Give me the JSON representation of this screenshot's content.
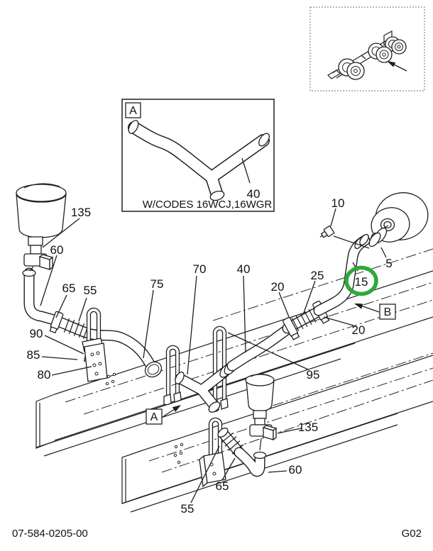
{
  "footer": {
    "doc_number": "07-584-0205-00",
    "page_code": "G02"
  },
  "detail_box": {
    "ref_label": "A",
    "callout": "40",
    "caption": "W/CODES 16WCJ,16WGR"
  },
  "ref_markers": {
    "a": "A",
    "b": "B"
  },
  "highlight": {
    "label": "15",
    "color": "#2EA83C"
  },
  "callouts": [
    {
      "id": "clamp-left",
      "text": "135"
    },
    {
      "id": "elbow-pipe-left",
      "text": "60"
    },
    {
      "id": "hose-clamp-left",
      "text": "65"
    },
    {
      "id": "ubolt-left",
      "text": "55"
    },
    {
      "id": "bracket-clip",
      "text": "90"
    },
    {
      "id": "bracket-spacer",
      "text": "85"
    },
    {
      "id": "bracket-plate",
      "text": "80"
    },
    {
      "id": "tube-left",
      "text": "75"
    },
    {
      "id": "y-connector",
      "text": "70"
    },
    {
      "id": "tube-center",
      "text": "40"
    },
    {
      "id": "hose-clamp-front",
      "text": "20"
    },
    {
      "id": "hose-right",
      "text": "25"
    },
    {
      "id": "bolt",
      "text": "10"
    },
    {
      "id": "breather-clamp",
      "text": "5"
    },
    {
      "id": "hose-clamp-rear",
      "text": "20"
    },
    {
      "id": "ubolt-center",
      "text": "95"
    },
    {
      "id": "clamp-bottom",
      "text": "135"
    },
    {
      "id": "elbow-pipe-bottom",
      "text": "60"
    },
    {
      "id": "hose-bottom",
      "text": "65"
    },
    {
      "id": "ubolt-bottom",
      "text": "55"
    }
  ]
}
